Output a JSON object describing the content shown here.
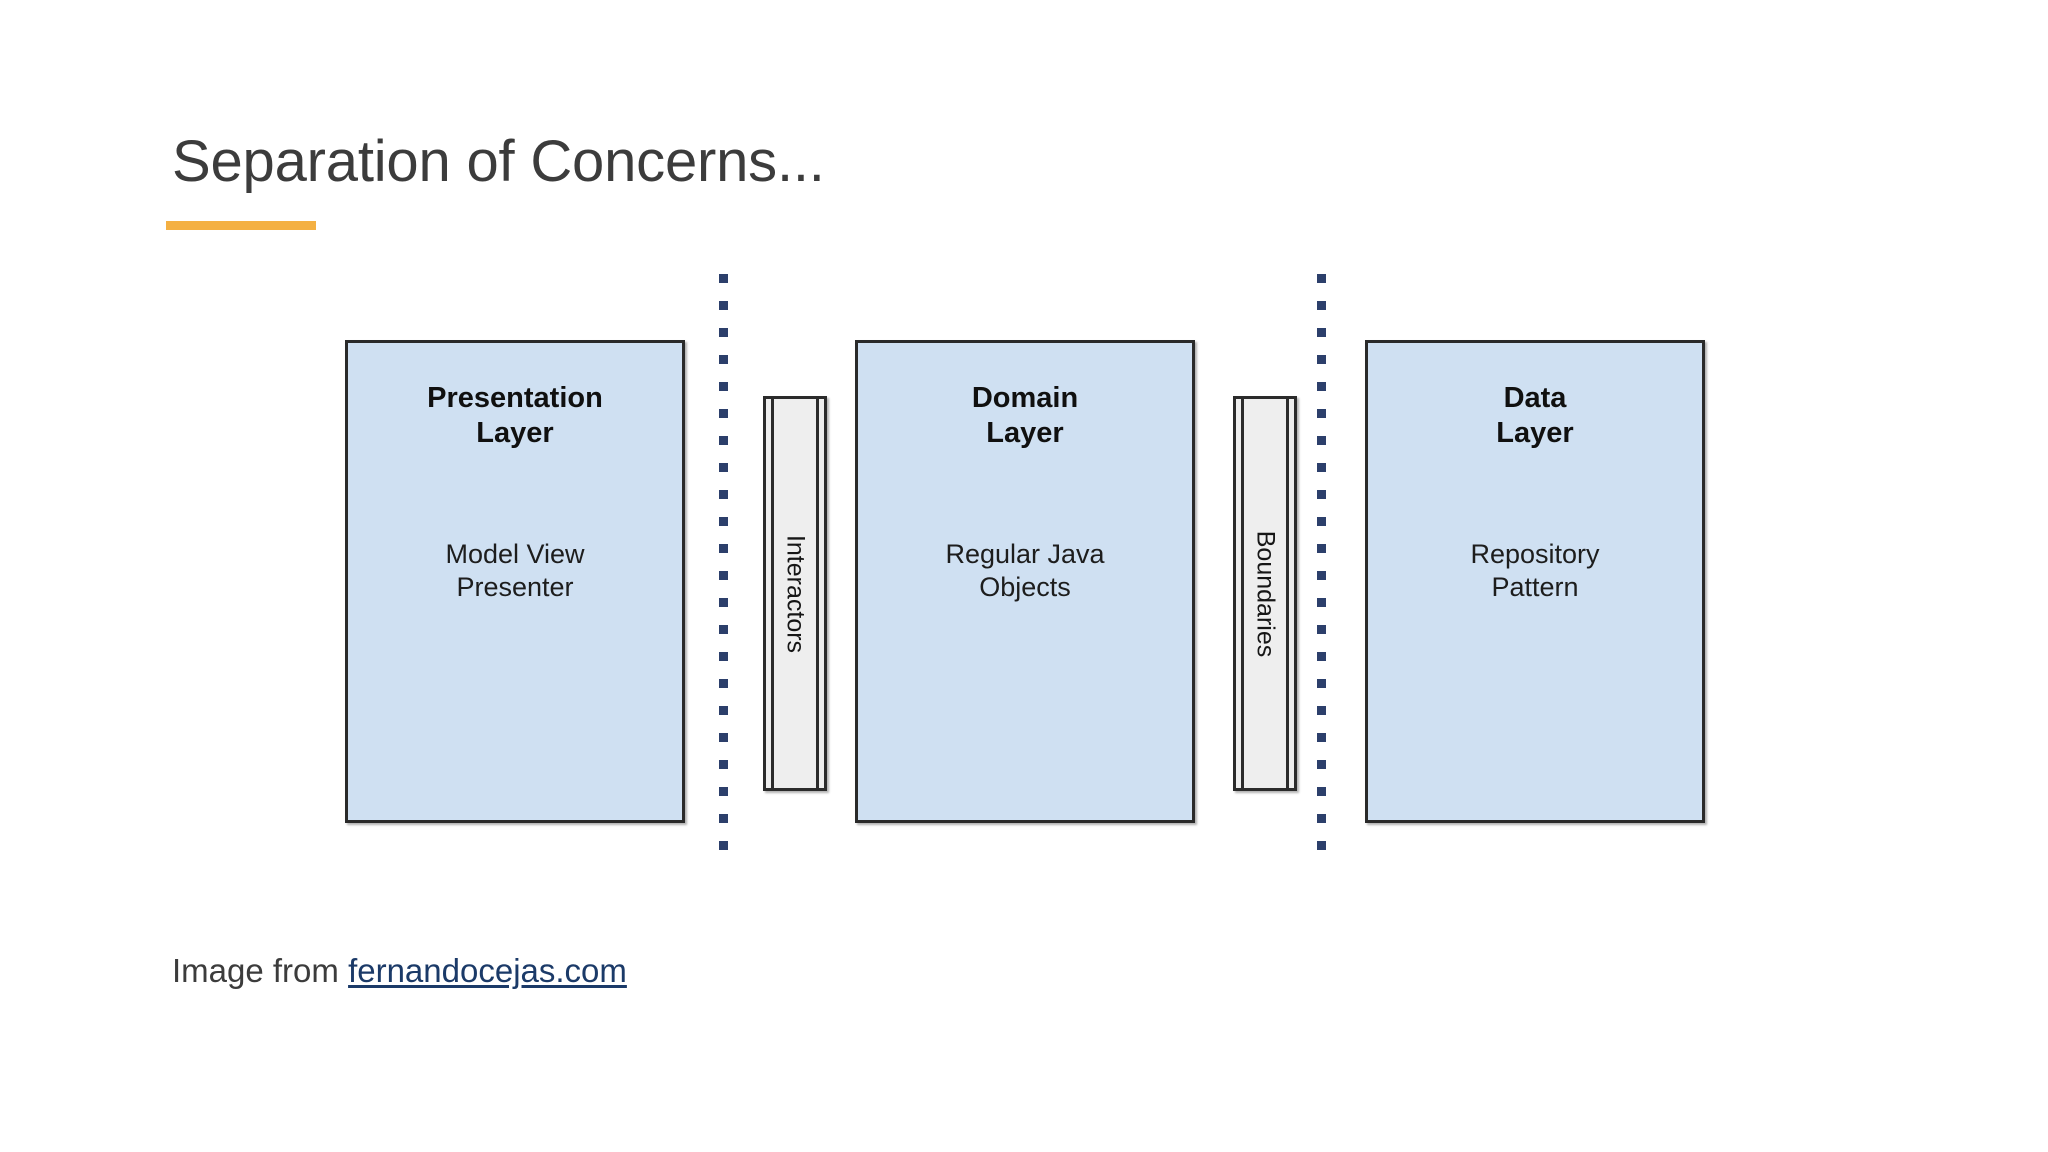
{
  "slide": {
    "title": "Separation of Concerns...",
    "accent_color": "#f4b042"
  },
  "diagram": {
    "divider_color": "#2c3f6b",
    "box_fill_color": "#cfe0f2",
    "box_border_color": "#2a2a2a",
    "pipe_fill_color": "#eeeeee",
    "layers": [
      {
        "id": "presentation",
        "title": "Presentation\nLayer",
        "subtitle": "Model View\nPresenter"
      },
      {
        "id": "domain",
        "title": "Domain\nLayer",
        "subtitle": "Regular Java\nObjects"
      },
      {
        "id": "data",
        "title": "Data\nLayer",
        "subtitle": "Repository\nPattern"
      }
    ],
    "pipes": [
      {
        "id": "interactors",
        "label": "Interactors"
      },
      {
        "id": "boundaries",
        "label": "Boundaries"
      }
    ]
  },
  "caption": {
    "prefix": "Image from ",
    "link_text": "fernandocejas.com",
    "link_color": "#1b3a68"
  }
}
